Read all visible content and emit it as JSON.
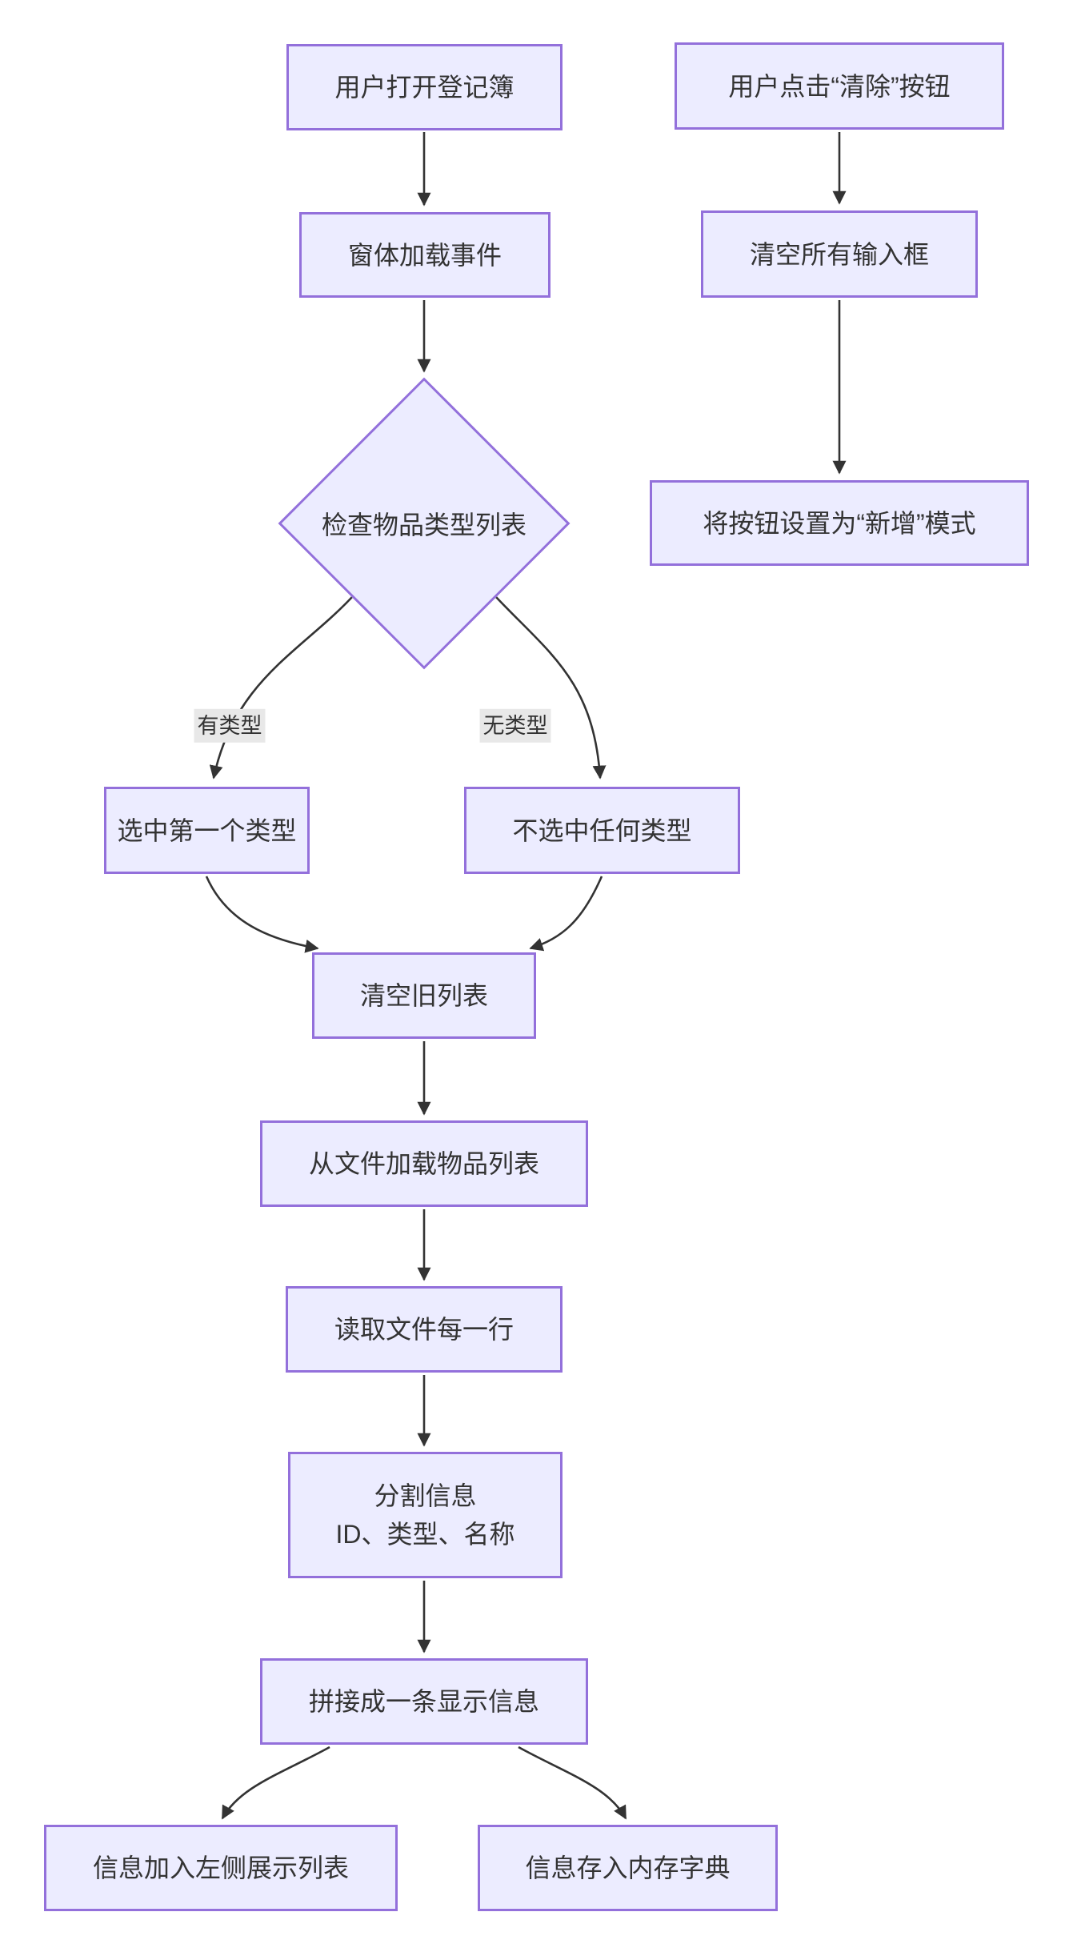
{
  "diagram": {
    "type": "flowchart",
    "colors": {
      "node_fill": "#ECECFF",
      "node_border": "#9370DB",
      "text": "#333333",
      "edge": "#333333",
      "edge_label_bg": "#E8E8E8",
      "background": "#FFFFFF"
    },
    "nodes": {
      "open_register": {
        "label": "用户打开登记簿"
      },
      "form_load": {
        "label": "窗体加载事件"
      },
      "check_types": {
        "label": "检查物品类型列表",
        "shape": "diamond"
      },
      "select_first": {
        "label": "选中第一个类型"
      },
      "select_none": {
        "label": "不选中任何类型"
      },
      "clear_old_list": {
        "label": "清空旧列表"
      },
      "load_from_file": {
        "label": "从文件加载物品列表"
      },
      "read_lines": {
        "label": "读取文件每一行"
      },
      "split_info": {
        "line1": "分割信息",
        "line2": "ID、类型、名称"
      },
      "concat_display": {
        "label": "拼接成一条显示信息"
      },
      "add_to_list": {
        "label": "信息加入左侧展示列表"
      },
      "store_dict": {
        "label": "信息存入内存字典"
      },
      "click_clear": {
        "label": "用户点击“清除”按钮"
      },
      "clear_inputs": {
        "label": "清空所有输入框"
      },
      "set_add_mode": {
        "label": "将按钮设置为“新增”模式"
      }
    },
    "edge_labels": {
      "has_type": "有类型",
      "no_type": "无类型"
    },
    "edges": [
      {
        "from": "open_register",
        "to": "form_load",
        "label": ""
      },
      {
        "from": "form_load",
        "to": "check_types",
        "label": ""
      },
      {
        "from": "check_types",
        "to": "select_first",
        "label": "有类型"
      },
      {
        "from": "check_types",
        "to": "select_none",
        "label": "无类型"
      },
      {
        "from": "select_first",
        "to": "clear_old_list",
        "label": ""
      },
      {
        "from": "select_none",
        "to": "clear_old_list",
        "label": ""
      },
      {
        "from": "clear_old_list",
        "to": "load_from_file",
        "label": ""
      },
      {
        "from": "load_from_file",
        "to": "read_lines",
        "label": ""
      },
      {
        "from": "read_lines",
        "to": "split_info",
        "label": ""
      },
      {
        "from": "split_info",
        "to": "concat_display",
        "label": ""
      },
      {
        "from": "concat_display",
        "to": "add_to_list",
        "label": ""
      },
      {
        "from": "concat_display",
        "to": "store_dict",
        "label": ""
      },
      {
        "from": "click_clear",
        "to": "clear_inputs",
        "label": ""
      },
      {
        "from": "clear_inputs",
        "to": "set_add_mode",
        "label": ""
      }
    ]
  }
}
